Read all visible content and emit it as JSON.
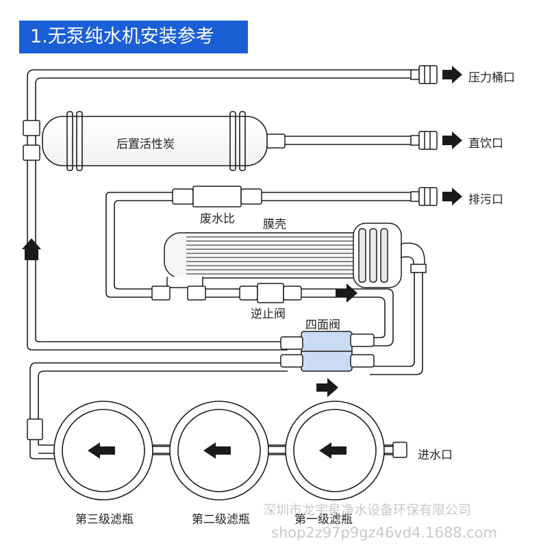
{
  "title": "1.无泵纯水机安装参考",
  "labels": {
    "pressure_tank": "压力桶口",
    "direct_drink": "直饮口",
    "drain": "排污口",
    "post_carbon": "后置活性炭",
    "waste_ratio": "废水比",
    "membrane_shell": "膜壳",
    "check_valve": "逆止阀",
    "four_way_valve": "四面阀",
    "inlet": "进水口",
    "stage3": "第三级滤瓶",
    "stage2": "第二级滤瓶",
    "stage1": "第一级滤瓶"
  },
  "watermark": {
    "company": "深圳市龙宇星净水设备环保有限公司",
    "shop": "shop2z97p9gz46vd4.1688.com"
  },
  "colors": {
    "title_bg": "#1a5fd6",
    "line": "#1a1a1a",
    "valve_fill": "#c9dcf3",
    "arrow": "#1a1a1a"
  }
}
